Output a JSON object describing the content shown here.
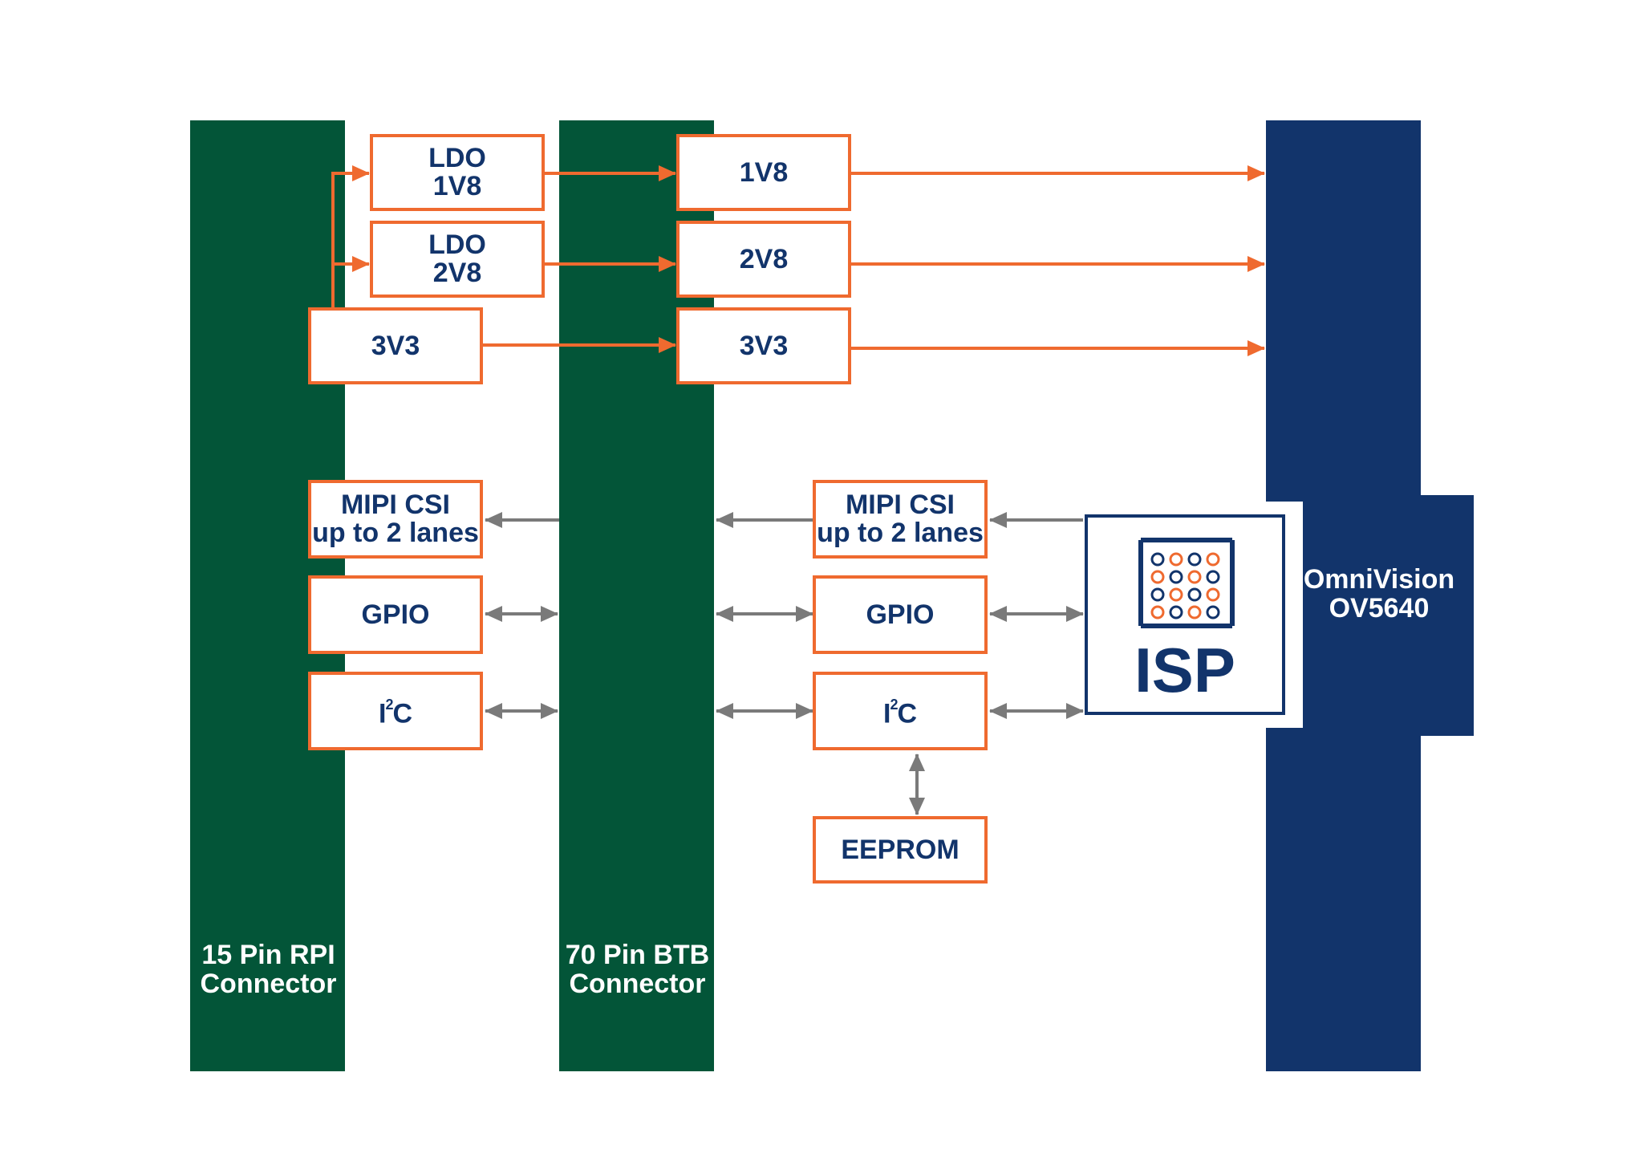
{
  "colors": {
    "connector_green": "#035538",
    "sensor_navy": "#12346b",
    "power_orange": "#ef6a2f",
    "signal_gray": "#7a7a7a"
  },
  "connectors": {
    "rpi": {
      "line1": "15 Pin RPI",
      "line2": "Connector"
    },
    "btb": {
      "line1": "70 Pin BTB",
      "line2": "Connector"
    }
  },
  "sensor": {
    "line1": "OmniVision",
    "line2": "OV5640"
  },
  "power": {
    "ldo_1v8": {
      "line1": "LDO",
      "line2": "1V8"
    },
    "ldo_2v8": {
      "line1": "LDO",
      "line2": "2V8"
    },
    "src_3v3": "3V3",
    "rail_1v8": "1V8",
    "rail_2v8": "2V8",
    "rail_3v3": "3V3"
  },
  "signals_left": {
    "mipi": {
      "line1": "MIPI CSI",
      "line2": "up to 2 lanes"
    },
    "gpio": "GPIO",
    "i2c": {
      "base": "I",
      "sup": "2",
      "suffix": "C"
    }
  },
  "signals_right": {
    "mipi": {
      "line1": "MIPI CSI",
      "line2": "up to 2 lanes"
    },
    "gpio": "GPIO",
    "i2c": {
      "base": "I",
      "sup": "2",
      "suffix": "C"
    },
    "eeprom": "EEPROM"
  },
  "isp": {
    "label": "ISP",
    "icon": "sensor-grid-icon"
  }
}
